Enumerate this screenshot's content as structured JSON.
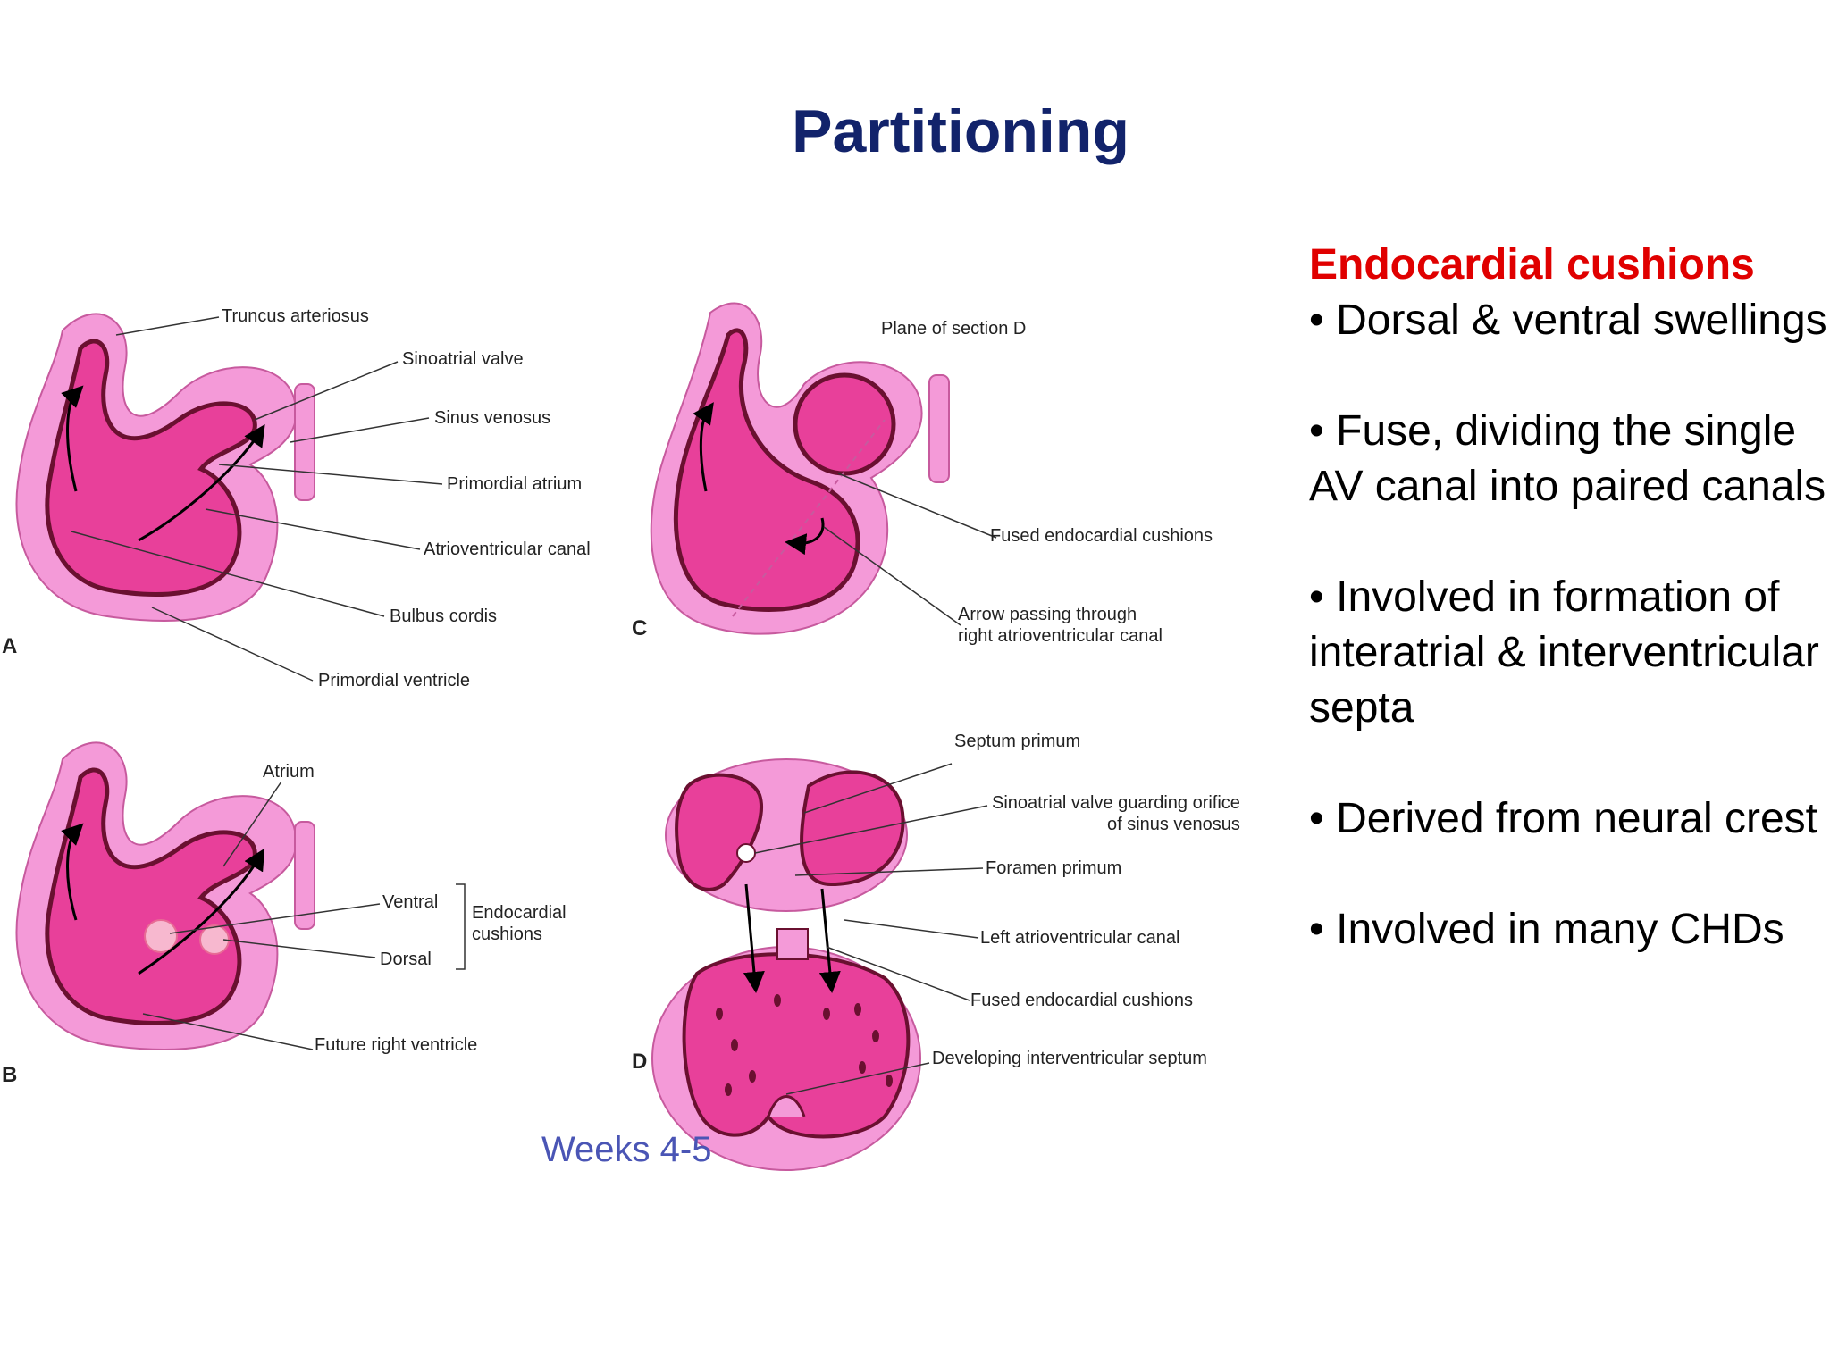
{
  "title": "Partitioning",
  "figure": {
    "panels": [
      "A",
      "B",
      "C",
      "D"
    ],
    "labels": {
      "truncus_arteriosus": "Truncus arteriosus",
      "sinoatrial_valve": "Sinoatrial valve",
      "sinus_venosus": "Sinus venosus",
      "primordial_atrium": "Primordial atrium",
      "atrioventricular_canal": "Atrioventricular canal",
      "bulbus_cordis": "Bulbus cordis",
      "primordial_ventricle": "Primordial ventricle",
      "plane_of_section_d": "Plane of section D",
      "fused_cushions_c": "Fused endocardial cushions",
      "arrow_passing_1": "Arrow passing through",
      "arrow_passing_2": "right atrioventricular canal",
      "atrium": "Atrium",
      "ventral": "Ventral",
      "dorsal": "Dorsal",
      "endocardial_cushions_1": "Endocardial",
      "endocardial_cushions_2": "cushions",
      "future_right_ventricle": "Future right ventricle",
      "septum_primum": "Septum primum",
      "sa_valve_guarding_1": "Sinoatrial valve guarding orifice",
      "sa_valve_guarding_2": "of sinus venosus",
      "foramen_primum": "Foramen primum",
      "left_av_canal": "Left atrioventricular canal",
      "fused_cushions_d": "Fused endocardial cushions",
      "developing_iv_septum": "Developing interventricular septum"
    },
    "caption": "Weeks 4-5"
  },
  "notes": {
    "heading": "Endocardial cushions",
    "bullets": [
      "• Dorsal & ventral swellings",
      "• Fuse, dividing the single AV canal into paired canals",
      "• Involved in formation of interatrial & interventricular septa",
      "• Derived from neural crest",
      "• Involved in many CHDs"
    ]
  },
  "colors": {
    "title": "#12236b",
    "heading": "#e00000",
    "caption": "#4a55b5",
    "heart_outer": "#f49ad8",
    "heart_inner": "#e8409a",
    "heart_wall": "#6a1030"
  }
}
